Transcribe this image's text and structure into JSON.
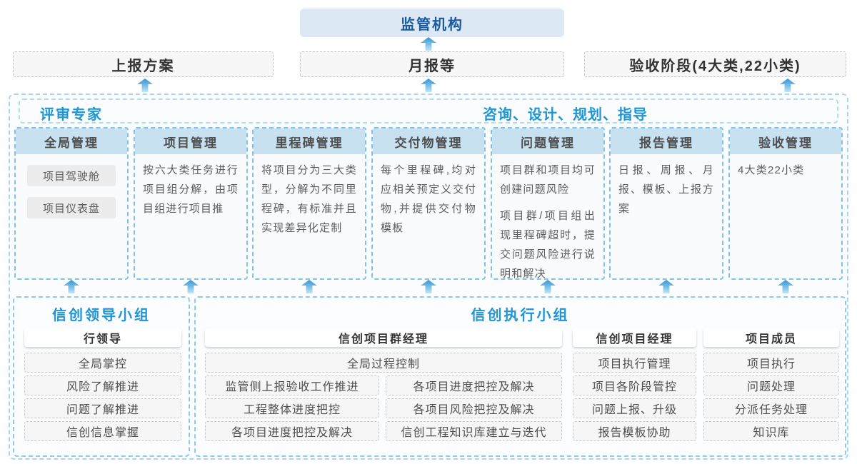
{
  "colors": {
    "accent_blue": "#1e96d6",
    "regulator_bg": "#dce8f4",
    "regulator_text": "#1b5b9d",
    "column_header_bg": "#c8e1f1",
    "dashed_blue_border": "#7fc4e7",
    "dashed_gray_border": "#c3c3c3",
    "arrow_gradient_top": "#3894d2",
    "arrow_gradient_bottom": "#c2e4f5"
  },
  "top": {
    "regulator": "监管机构",
    "boxes": [
      "上报方案",
      "月报等",
      "验收阶段(4大类,22小类)"
    ]
  },
  "panel": {
    "left_title": "评审专家",
    "right_title": "咨询、设计、规划、指导",
    "columns": [
      {
        "title": "全局管理",
        "pills": [
          "项目驾驶舱",
          "项目仪表盘"
        ]
      },
      {
        "title": "项目管理",
        "body": "按六大类任务进行项目组分解，由项目组进行项目推"
      },
      {
        "title": "里程碑管理",
        "body": "将项目分为三大类型，分解为不同里程碑，有标准并且实现差异化定制"
      },
      {
        "title": "交付物管理",
        "body": "每个里程碑,均对应相关预定义交付物,并提供交付物模板"
      },
      {
        "title": "问题管理",
        "paragraphs": [
          "项目群和项目均可创建问题风险",
          "项目群/项目组出现里程碑超时，提交问题风险进行说明和解决"
        ]
      },
      {
        "title": "报告管理",
        "body": "日报、周报、月报、模板、上报方案"
      },
      {
        "title": "验收管理",
        "body": "4大类22小类"
      }
    ]
  },
  "bottom": {
    "leader_group": {
      "title": "信创领导小组",
      "role": "行领导",
      "items": [
        "全局掌控",
        "风险了解推进",
        "问题了解推进",
        "信创信息掌握"
      ]
    },
    "exec_group": {
      "title": "信创执行小组",
      "program_manager": {
        "role": "信创项目群经理",
        "full_item": "全局过程控制",
        "left_items": [
          "监管侧上报验收工作推进",
          "工程整体进度把控",
          "各项目进度把控及解决"
        ],
        "right_items": [
          "各项目进度把控及解决",
          "各项目风险把控及解决",
          "信创工程知识库建立与迭代"
        ]
      },
      "project_manager": {
        "role": "信创项目经理",
        "items": [
          "项目执行管理",
          "项目各阶段管控",
          "问题上报、升级",
          "报告模板协助"
        ]
      },
      "member": {
        "role": "项目成员",
        "items": [
          "项目执行",
          "问题处理",
          "分派任务处理",
          "知识库"
        ]
      }
    }
  }
}
